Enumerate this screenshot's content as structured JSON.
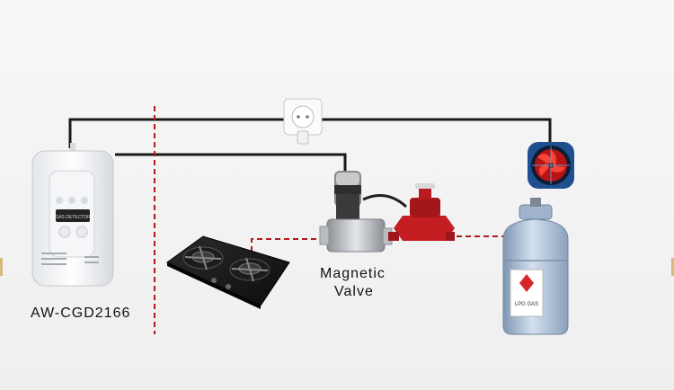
{
  "detector": {
    "model_label": "AW-CGD2166",
    "screen_text": "GAS DETECTOR"
  },
  "valve": {
    "label_line1": "Magnetic",
    "label_line2": "Valve"
  },
  "cylinder": {
    "label_text": "LPG GAS"
  },
  "colors": {
    "wire": "#1a1a1a",
    "gas_pipe_dashed": "#b31b1b",
    "partition_dashed": "#b31b1b",
    "regulator": "#c41e22",
    "cylinder": "#b9c9db",
    "fan_frame": "#1f4f8f",
    "fan_blades": "#d02020"
  }
}
